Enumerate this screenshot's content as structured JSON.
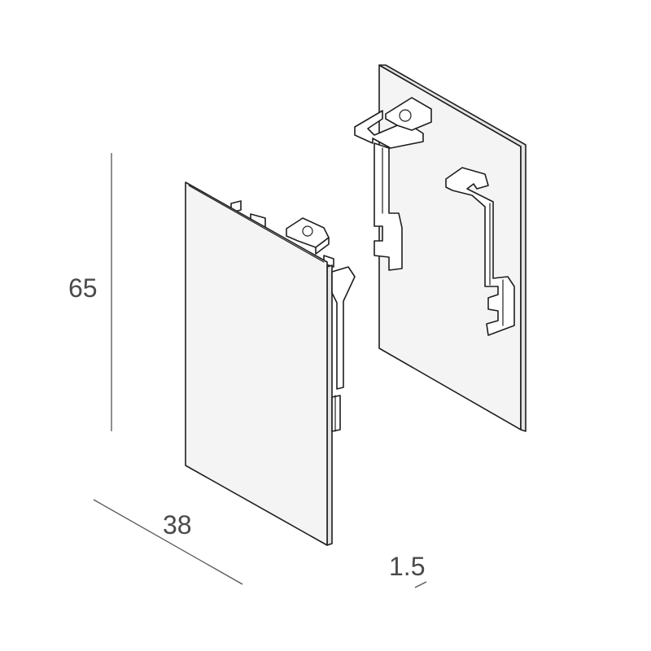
{
  "dimensions": {
    "height_label": "65",
    "width_label": "38",
    "thickness_label": "1.5"
  },
  "colors": {
    "line": "#1e1e1e",
    "dimension_text": "#4a4a4a",
    "background": "#ffffff"
  }
}
